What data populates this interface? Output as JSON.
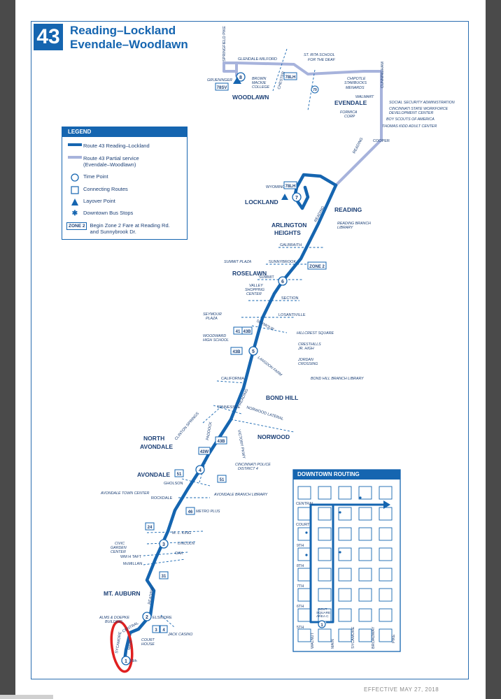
{
  "route_number": "43",
  "title_line1": "Reading–Lockland",
  "title_line2": "Evendale–Woodlawn",
  "effective": "EFFECTIVE MAY 27, 2018",
  "legend": {
    "heading": "LEGEND",
    "items": [
      {
        "label": "Route 43 Reading–Lockland",
        "icon": "solid-line"
      },
      {
        "label_1": "Route 43 Partial service",
        "label_2": "(Evendale–Woodlawn)",
        "icon": "light-line"
      },
      {
        "label": "Time Point",
        "icon": "circle"
      },
      {
        "label": "Connecting Routes",
        "icon": "square"
      },
      {
        "label": "Layover Point",
        "icon": "triangle"
      },
      {
        "label": "Downtown Bus Stops",
        "icon": "asterisk"
      },
      {
        "badge": "ZONE 2",
        "label_1": "Begin Zone 2 Fare at Reading Rd.",
        "label_2": "and Sunnybrook Dr.",
        "icon": "zone-badge"
      }
    ]
  },
  "neighborhoods": {
    "woodlawn": "WOODLAWN",
    "evendale": "EVENDALE",
    "lockland": "LOCKLAND",
    "reading": "READING",
    "arlington_1": "ARLINGTON",
    "arlington_2": "HEIGHTS",
    "roselawn": "ROSELAWN",
    "bond_hill": "BOND HILL",
    "north_avondale_1": "NORTH",
    "north_avondale_2": "AVONDALE",
    "norwood": "NORWOOD",
    "avondale": "AVONDALE",
    "mt_auburn": "MT. AUBURN"
  },
  "streets": {
    "springfield_pike": "SPRINGFIELD PIKE",
    "glendale_milford": "GLENDALE-MILFORD",
    "chester": "CHESTER",
    "cunningham": "CUNNINGHAM",
    "reading_north": "READING",
    "cooper": "COOPER",
    "wyoming": "WYOMING",
    "galbraith": "GALBRAITH",
    "sunnybrook": "SUNNYBROOK",
    "summit": "SUMMIT",
    "section": "SECTION",
    "losantiville": "LOSANTIVILLE",
    "seymour": "SEYMOUR",
    "california": "CALIFORNIA",
    "reading_mid": "READING",
    "norwood_lateral": "NORWOOD LATERAL",
    "tennessee": "TENNESSEE",
    "paddock": "PADDOCK",
    "clinton_springs": "CLINTON SPRINGS",
    "victory_pkwy": "VICTORY PKWY",
    "ghol": "GHOLSON",
    "rockdale": "ROCKDALE",
    "ml_king": "M. L. KING",
    "lincoln": "LINCOLN",
    "oak": "OAK",
    "wh_taft": "WM H TAFT",
    "mcmillan": "McMILLAN",
    "reading_south": "READING",
    "elsinore": "ELSINORE",
    "sixth": "6th",
    "main": "MAIN",
    "sycamore": "SYCAMORE",
    "central": "CENTRAL"
  },
  "landmarks": {
    "gruen": "GRUENINGER",
    "brown_mackie_1": "BROWN",
    "brown_mackie_2": "MACKIE",
    "brown_mackie_3": "COLLEGE",
    "st_rita_1": "ST. RITA SCHOOL",
    "st_rita_2": "FOR THE DEAF",
    "chipotle": "CHIPOTLE",
    "starbucks": "STARBUCKS",
    "menards": "MENARDS",
    "walmart": "WALMART",
    "formica_1": "FORMICA",
    "formica_2": "CORP",
    "ssa": "SOCIAL SECURITY ADMINISTRATION",
    "cincy_state_1": "CINCINNATI STATE WORKFORCE",
    "cincy_state_2": "DEVELOPMENT CENTER",
    "boy_scouts": "BOY SCOUTS OF AMERICA",
    "thomas_kidd": "THOMAS KIDD ADULT CENTER",
    "reading_lib_1": "READING BRANCH",
    "reading_lib_2": "LIBRARY",
    "summit_plaza": "SUMMIT PLAZA",
    "valley_1": "VALLEY",
    "valley_2": "SHOPPING",
    "valley_3": "CENTER",
    "seymour_plaza_1": "SEYMOUR",
    "seymour_plaza_2": "PLAZA",
    "woodward_1": "WOODWARD",
    "woodward_2": "HIGH SCHOOL",
    "hillcrest": "HILLCREST SQUARE",
    "cresthills_1": "CRESTHILLS",
    "cresthills_2": "JR. HIGH",
    "jordan_1": "JORDAN",
    "jordan_2": "CROSSING",
    "bond_hill_lib": "BOND HILL BRANCH LIBRARY",
    "langdon": "LANGDON FARM",
    "police_1": "CINCINNATI POLICE",
    "police_2": "DISTRICT 4",
    "avondale_tc": "AVONDALE TOWN CENTER",
    "avondale_lib": "AVONDALE BRANCH LIBRARY",
    "metro_plus": "METRO PLUS",
    "civic_1": "CIVIC",
    "civic_2": "GARDEN",
    "civic_3": "CENTER",
    "alms_1": "ALMS & DOEPKE",
    "alms_2": "BUILDING",
    "court_1": "COURT",
    "court_2": "HOUSE",
    "jack": "JACK CASINO"
  },
  "connecting_routes": {
    "r78sv": "78SV",
    "r78lh_top": "78LH",
    "r79": "79",
    "r78lh_lock": "78LH",
    "r41": "41",
    "r43b": "43B",
    "r43b_2": "43B",
    "r43w": "43W",
    "r43b_3": "43B",
    "r51a": "51",
    "r51b": "51",
    "r46": "46",
    "r24": "24",
    "r31": "31",
    "r3": "3",
    "r4": "4"
  },
  "zone_badge": "ZONE 2",
  "time_points": [
    "1",
    "2",
    "3",
    "4",
    "5",
    "6",
    "7",
    "8"
  ],
  "downtown": {
    "heading": "DOWNTOWN ROUTING",
    "central": "CENTRAL",
    "court": "COURT",
    "ninth": "9TH",
    "eighth": "8TH",
    "seventh": "7TH",
    "sixth": "6TH",
    "fifth": "5TH",
    "walnut": "WALNUT",
    "main": "MAIN",
    "sycamore": "SYCAMORE",
    "broadway": "BROADWAY",
    "pike": "PIKE",
    "govt_1": "GOVT",
    "govt_2": "SQUARE",
    "govt_3": "AREA C"
  },
  "colors": {
    "route": "#1565b0",
    "partial": "#a7b3dc",
    "highlight": "#e02020",
    "text": "#1b3f75"
  }
}
